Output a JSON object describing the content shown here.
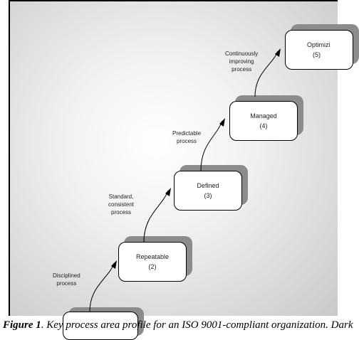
{
  "stages": [
    {
      "id": "initial",
      "name": "",
      "level": ""
    },
    {
      "id": "repeatable",
      "name": "Repeatable",
      "level": "(2)"
    },
    {
      "id": "defined",
      "name": "Defined",
      "level": "(3)"
    },
    {
      "id": "managed",
      "name": "Managed",
      "level": "(4)"
    },
    {
      "id": "optimizing",
      "name": "Optimizi",
      "level": "(5)"
    }
  ],
  "transitions": [
    {
      "lines": [
        "Disciplined",
        "process"
      ]
    },
    {
      "lines": [
        "Standard,",
        "consistent",
        "process"
      ]
    },
    {
      "lines": [
        "Predictable",
        "process"
      ]
    },
    {
      "lines": [
        "Continuously",
        "improving",
        "process"
      ]
    }
  ],
  "caption": {
    "label": "Figure 1",
    "text": ". Key process area profile for an ISO 9001-compliant organization. Dark"
  },
  "colors": {
    "shadow": "#8c8c8c",
    "box_fill": "#ffffff",
    "outline": "#000000"
  }
}
